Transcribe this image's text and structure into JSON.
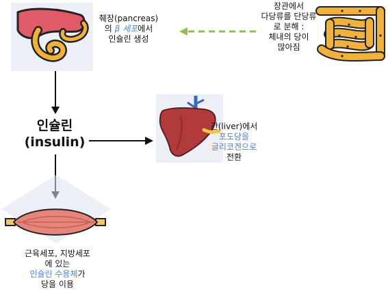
{
  "colors": {
    "pancreas_body": "#e05a67",
    "pancreas_duct": "#f2b13b",
    "intestine": "#f0b23d",
    "liver": "#b13b3b",
    "vessel_blue": "#3d67b8",
    "vessel_yellow": "#f4c542",
    "muscle": "#e6857a",
    "tendon": "#f5c36a",
    "arrow": "#111111",
    "dashed_arrow": "#8dbf4d",
    "highlight_text": "#4a86c8",
    "icon_background": "#dce3ee"
  },
  "icons": [
    "pancreas-icon",
    "intestine-icon",
    "liver-icon",
    "muscle-icon"
  ],
  "pancreas": {
    "line1": "췌장(pancreas)",
    "line2_prefix": "의 ",
    "line2_beta": "β 세포",
    "line2_suffix": "에서",
    "line3": "인슐린 생성"
  },
  "intestine": {
    "line1": "장관에서",
    "line2": "다당류를 단당류",
    "line3": "로 분해 :",
    "line4": "체내의 당이",
    "line5": "많아짐"
  },
  "insulin": {
    "line1": "인슐린",
    "line2": "(insulin)"
  },
  "liver": {
    "line1": "간(liver)에서",
    "line2": "포도당을",
    "line3": "글리코겐으로",
    "line4": "전환"
  },
  "muscle": {
    "line1": "근육세포, 지방세포",
    "line2": "에 있는",
    "line3_highlight": "인슐린 수용체",
    "line3_suffix": "가",
    "line4": "당을 이용"
  }
}
